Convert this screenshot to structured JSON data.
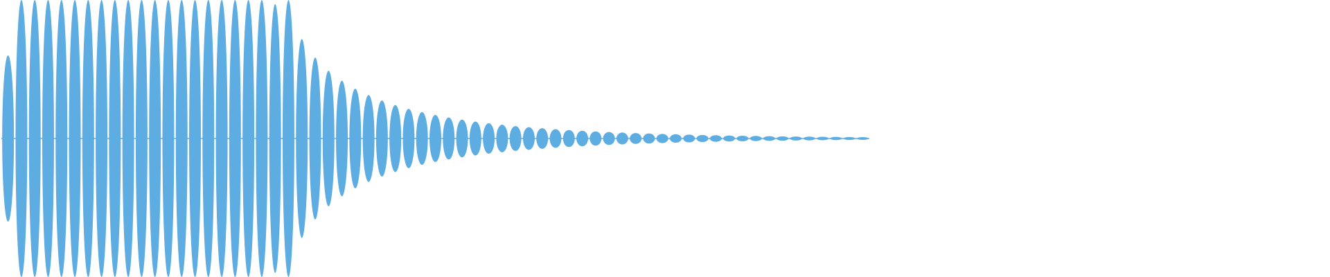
{
  "waveform": {
    "color": "#5DADE2",
    "background": "#FFFFFF",
    "description_free": true,
    "amplitude_envelope": {
      "attack_cycles": 2,
      "sustain_cycles": 19,
      "decay_cycles": 44,
      "peak_level": 1.0,
      "sustain_level": 1.0,
      "final_level": 0.01
    }
  }
}
